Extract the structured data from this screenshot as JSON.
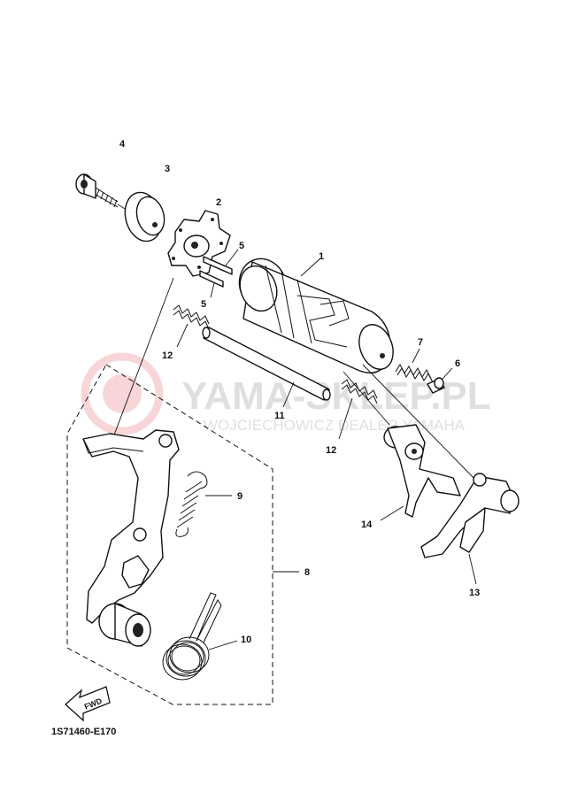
{
  "watermark": {
    "brand": "YAMA-SKLEP.PL",
    "tagline": "WOJCIECHOWICZ DEALER YAMAHA"
  },
  "callouts": [
    "1",
    "2",
    "3",
    "4",
    "5",
    "5",
    "6",
    "7",
    "8",
    "9",
    "10",
    "11",
    "12",
    "12",
    "13",
    "14"
  ],
  "fwd_arrow": {
    "text": "FWD"
  },
  "footer": {
    "diagram_code": "1S71460-E170"
  }
}
